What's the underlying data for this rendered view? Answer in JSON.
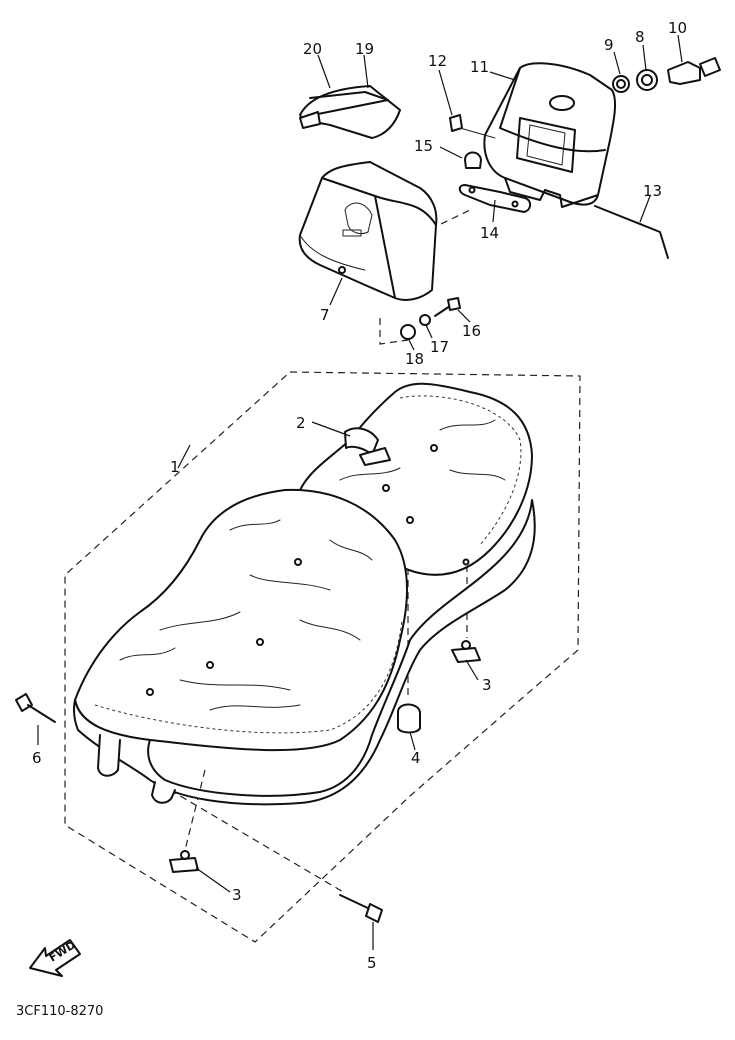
{
  "diagram": {
    "catalog_code": "3CF110-8270",
    "direction_label": "FWD",
    "callouts": [
      "1",
      "2",
      "3",
      "3",
      "4",
      "5",
      "6",
      "7",
      "8",
      "9",
      "10",
      "11",
      "12",
      "13",
      "14",
      "15",
      "16",
      "17",
      "18",
      "19",
      "20"
    ]
  }
}
